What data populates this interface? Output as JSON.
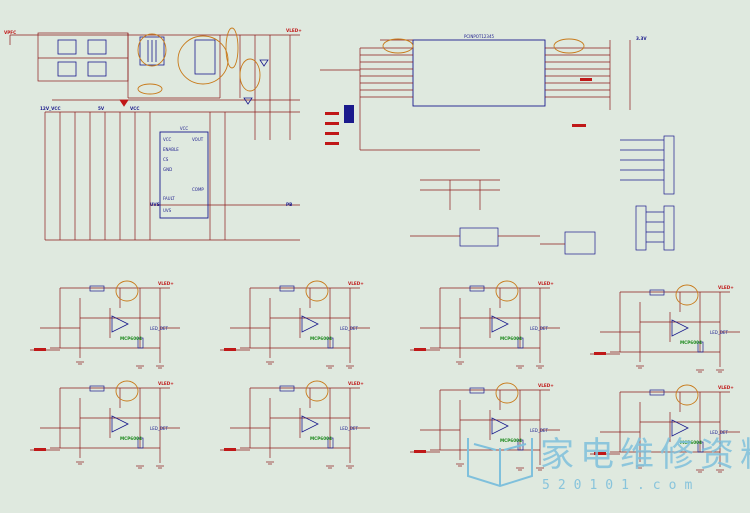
{
  "nets": {
    "vpfc": "VPFC",
    "vled_top": "VLED+",
    "v12_vcc": "12V_VCC",
    "v5": "5V",
    "vcc": "VCC",
    "pb": "PB",
    "v3v3": "3.3V",
    "uvs": "UVS",
    "vled": "VLED+"
  },
  "ics": {
    "controller_top": "PCINPOT12345",
    "pwm_left": "VCC",
    "amp_part": "MCP6004"
  },
  "labels": {
    "pin_vcc": "VCC",
    "pin_gnd": "GND",
    "pin_enable": "ENABLE",
    "pin_cs": "CS",
    "pin_vout": "VOUT",
    "pin_comp": "COMP",
    "pin_fault": "FAULT",
    "pin_uvs": "UVS",
    "led_det": "LED_DET"
  },
  "watermark": {
    "chinese": "家电维修资料网",
    "url": "520101.com"
  },
  "colors": {
    "background": "#dfe9df",
    "wire": "#8c1a1a",
    "component": "#1a1a8c",
    "net_red": "#c01818",
    "annotation_green": "#1f8a1f",
    "watermark": "#7fc0dc"
  }
}
